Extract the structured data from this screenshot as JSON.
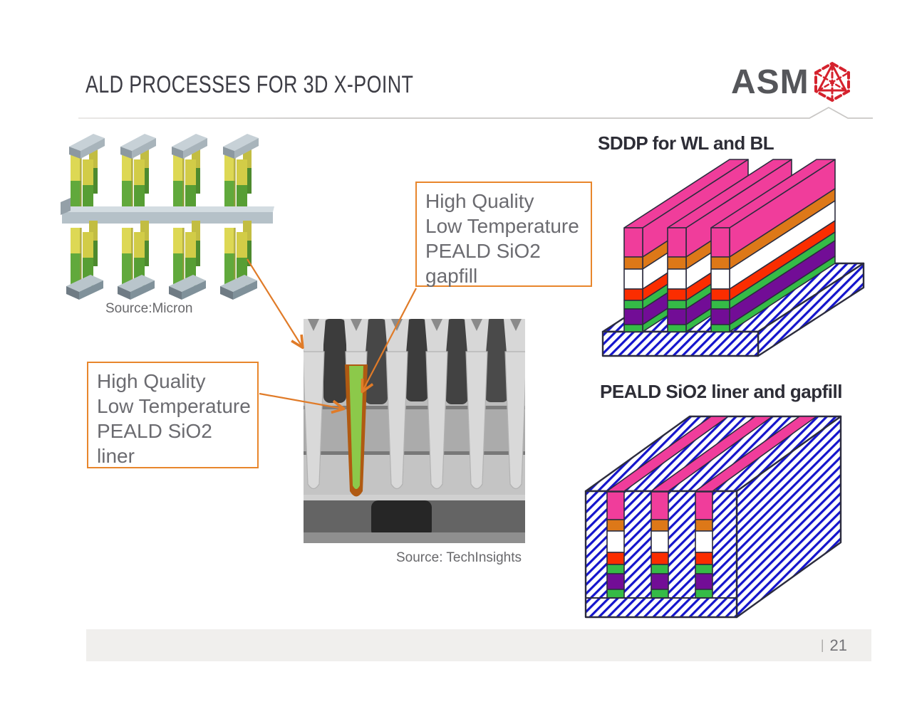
{
  "slide": {
    "title": "ALD PROCESSES FOR 3D X-POINT",
    "footer": {
      "separator": "|",
      "page_number": "21"
    }
  },
  "logo": {
    "wordmark": "ASM"
  },
  "callouts": {
    "gapfill": {
      "lines": [
        "High Quality",
        "Low Temperature",
        "PEALD SiO2",
        "gapfill"
      ]
    },
    "liner": {
      "lines": [
        "High Quality",
        "Low Temperature",
        "PEALD SiO2",
        "liner"
      ]
    }
  },
  "figures": {
    "xpoint_render": {
      "caption": "Source:Micron"
    },
    "tem_cross_section": {
      "caption": "Source: TechInsights"
    },
    "sddp_diagram": {
      "label": "SDDP for WL and BL",
      "layer_colors_bottom_to_top": [
        "#35BB47",
        "#720D96",
        "#35BB47",
        "#FB2D00",
        "#FFFFFF",
        "#DD7818",
        "#F03D9B"
      ]
    },
    "liner_gapfill_diagram": {
      "label": "PEALD SiO2 liner and gapfill"
    }
  },
  "colors": {
    "callout_border": "#E8862C",
    "arrow": "#E07B28",
    "hatch_blue": "#1414CC",
    "diagram_outline": "#2C2C3E",
    "pink_layer": "#F03D9B",
    "orange_layer": "#DD7818",
    "red_layer": "#FB2D00",
    "green_layer": "#35BB47",
    "purple_layer": "#720D96",
    "tem_liner_orange": "#B05A12",
    "tem_fill_green": "#8CC94A",
    "pillar_yellow": "#DDD854",
    "pillar_green": "#61A93C",
    "rail_gray": "#B5C1C8",
    "logo_red": "#D5222D",
    "footer_bg": "#F0EFED"
  }
}
